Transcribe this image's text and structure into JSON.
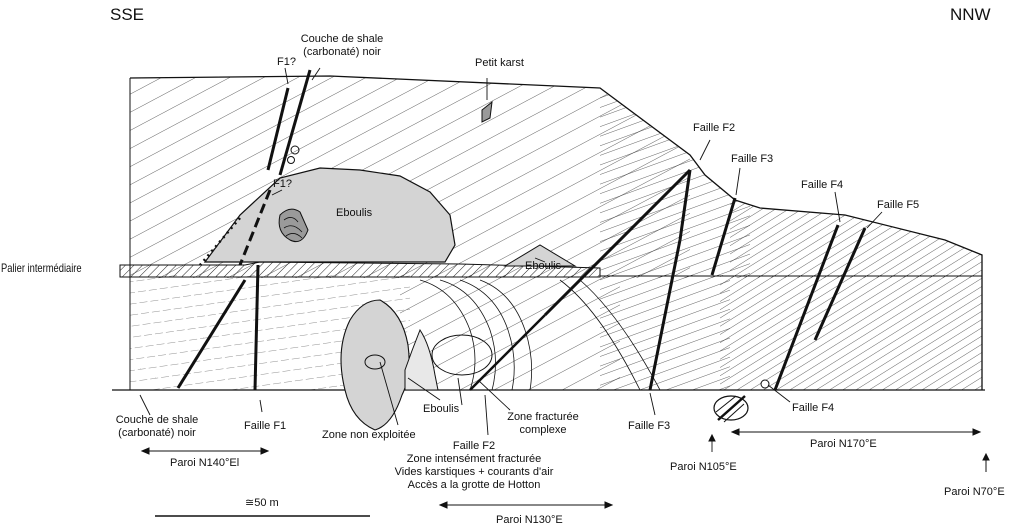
{
  "orientation": {
    "left": "SSE",
    "right": "NNW"
  },
  "labels": {
    "shale_top_line1": "Couche de shale",
    "shale_top_line2": "(carbonaté) noir",
    "f1_top": "F1?",
    "f1_mid": "F1?",
    "petit_karst": "Petit karst",
    "faille_f2": "Faille F2",
    "faille_f3": "Faille F3",
    "faille_f4": "Faille F4",
    "faille_f5": "Faille F5",
    "eboulis_big": "Eboulis",
    "eboulis_small": "Eboulis",
    "palier": "Palier intermédiaire",
    "shale_bottom_line1": "Couche de shale",
    "shale_bottom_line2": "(carbonaté) noir",
    "faille_f1_bottom": "Faille F1",
    "zone_non_exploitee": "Zone non exploitée",
    "eboulis_bottom": "Eboulis",
    "zone_fracturee_line1": "Zone fracturée",
    "zone_fracturee_line2": "complexe",
    "faille_f3_bottom": "Faille F3",
    "faille_f4_bottom": "Faille F4",
    "faille_f2_bottom": "Faille F2",
    "zone_intense": "Zone intensément  fracturée",
    "vides_karstiques": "Vides karstiques + courants d'air",
    "acces_grotte": "Accès a la grotte de Hotton",
    "paroi_n140": "Paroi N140°El",
    "paroi_n105": "Paroi N105°E",
    "paroi_n170": "Paroi N170°E",
    "paroi_n70": "Paroi N70°E",
    "paroi_n130": "Paroi N130°E",
    "scale": "≅50 m"
  },
  "colors": {
    "ink": "#1a1a1a",
    "fill_gray": "#d4d4d4",
    "fill_dark": "#9a9a9a",
    "background": "#ffffff"
  }
}
